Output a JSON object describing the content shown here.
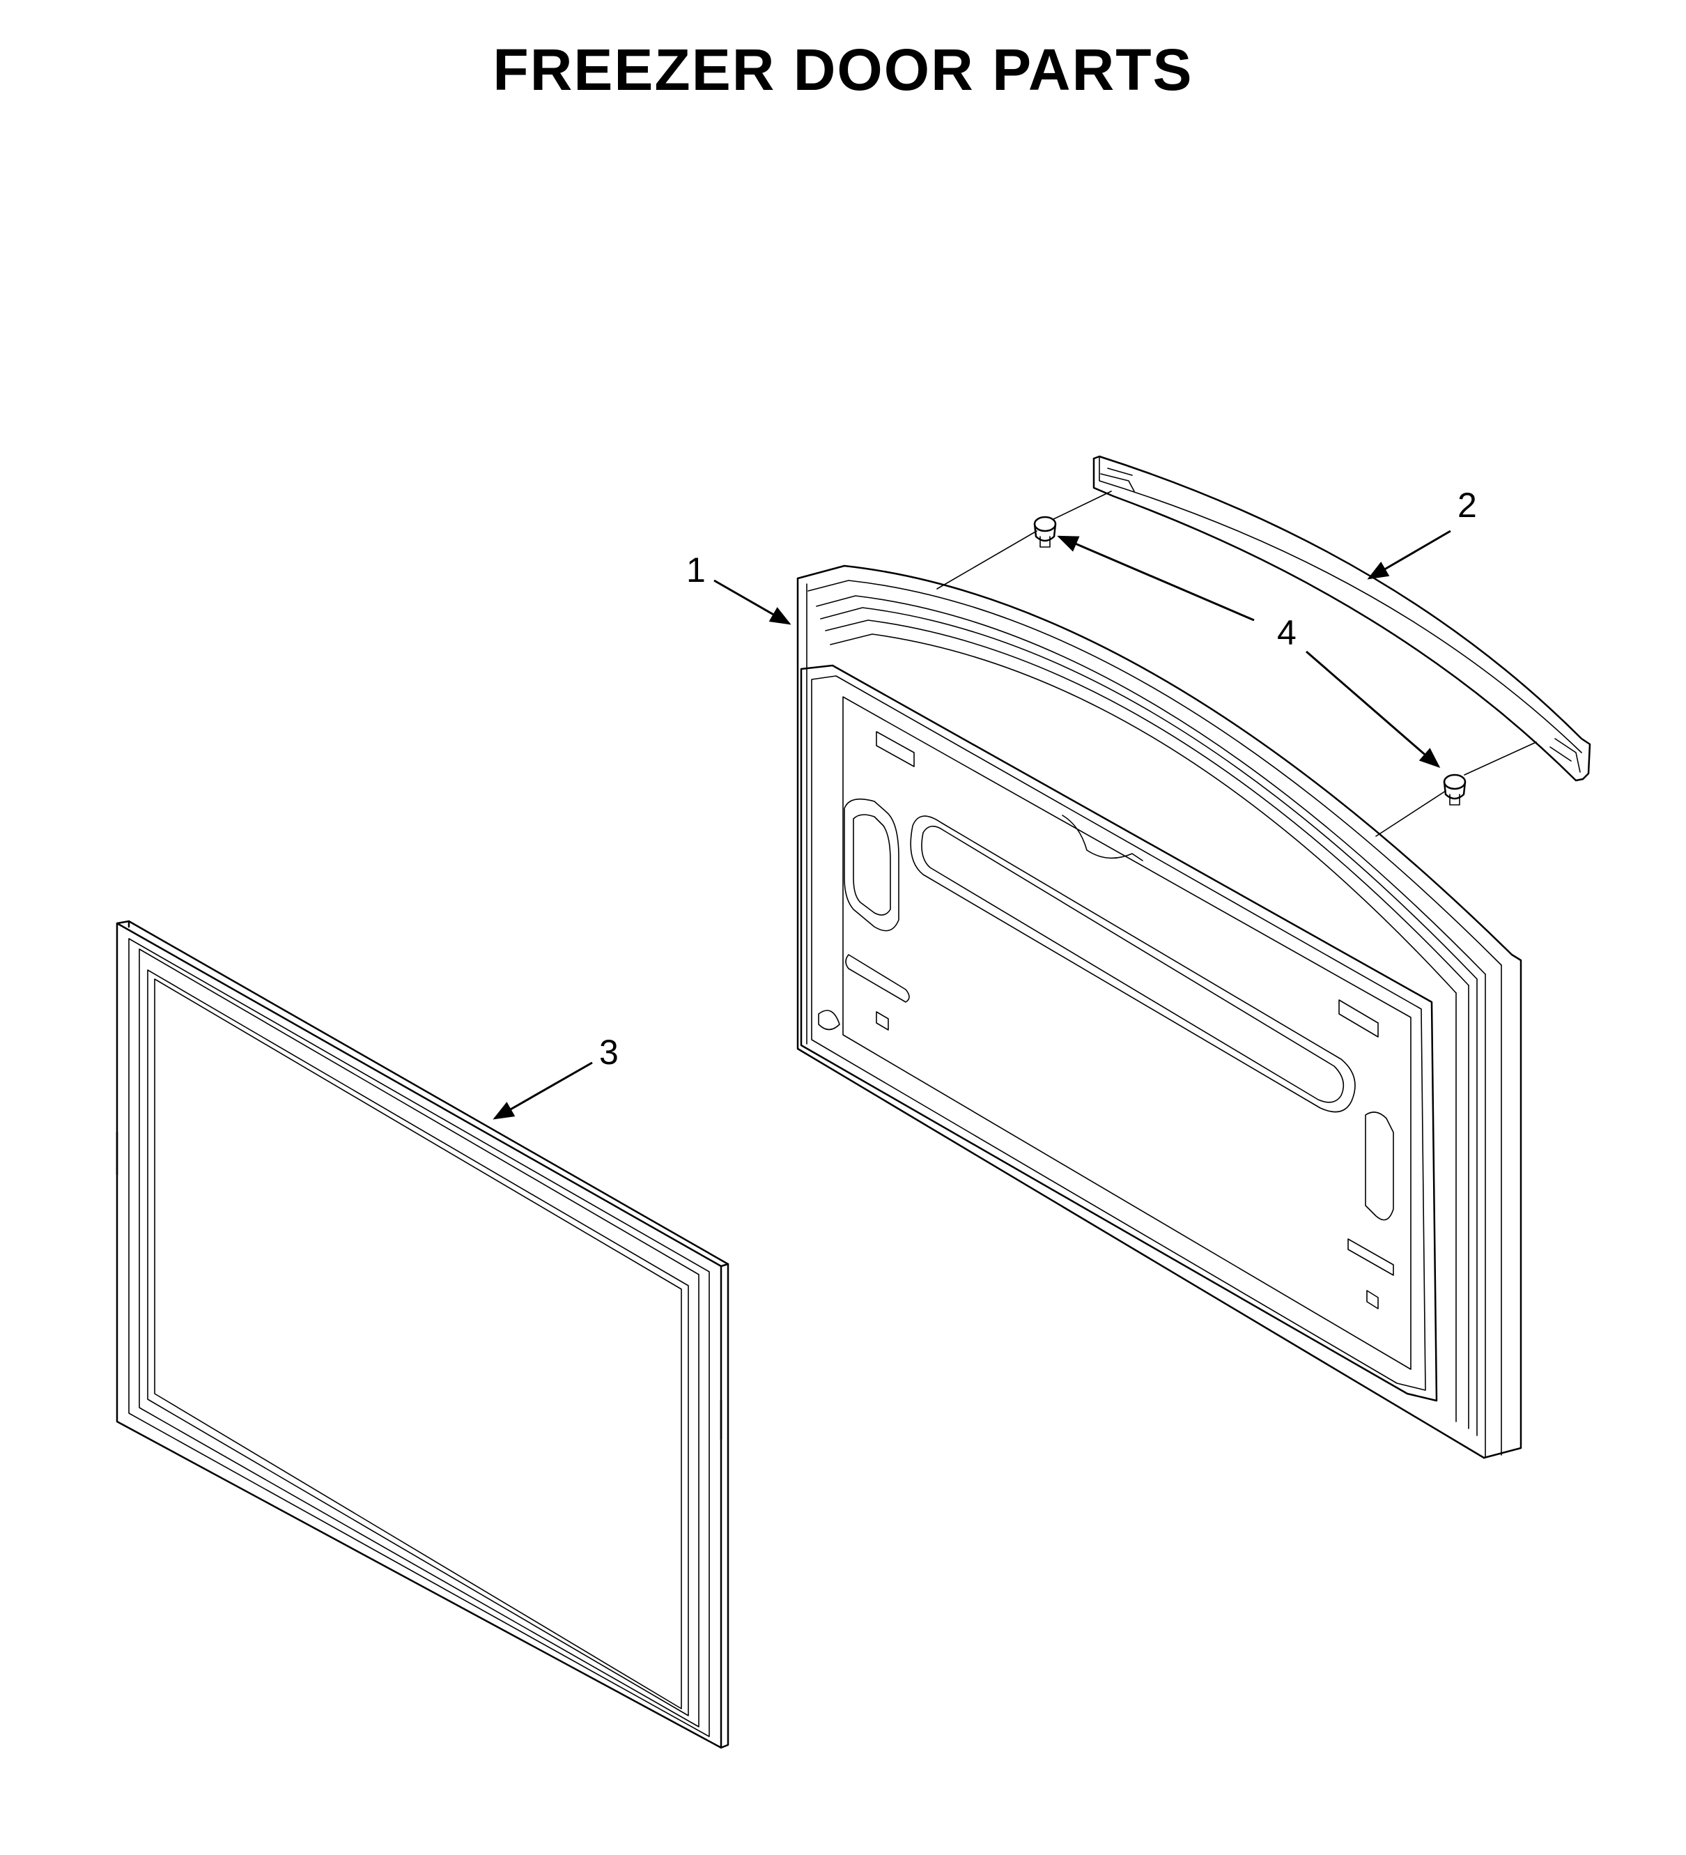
{
  "title": "FREEZER DOOR PARTS",
  "colors": {
    "ink": "#000000",
    "background": "#ffffff"
  },
  "parts": [
    {
      "number": "1",
      "icon": "door-assembly-icon"
    },
    {
      "number": "2",
      "icon": "door-handle-icon"
    },
    {
      "number": "3",
      "icon": "door-gasket-icon"
    },
    {
      "number": "4",
      "icon": "handle-mounting-stud-icon"
    }
  ]
}
